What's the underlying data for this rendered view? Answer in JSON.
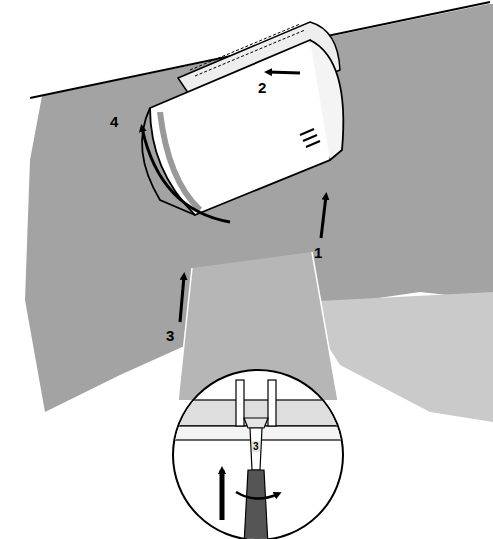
{
  "diagram": {
    "labels": [
      "4",
      "2",
      "1",
      "3",
      "3"
    ]
  }
}
